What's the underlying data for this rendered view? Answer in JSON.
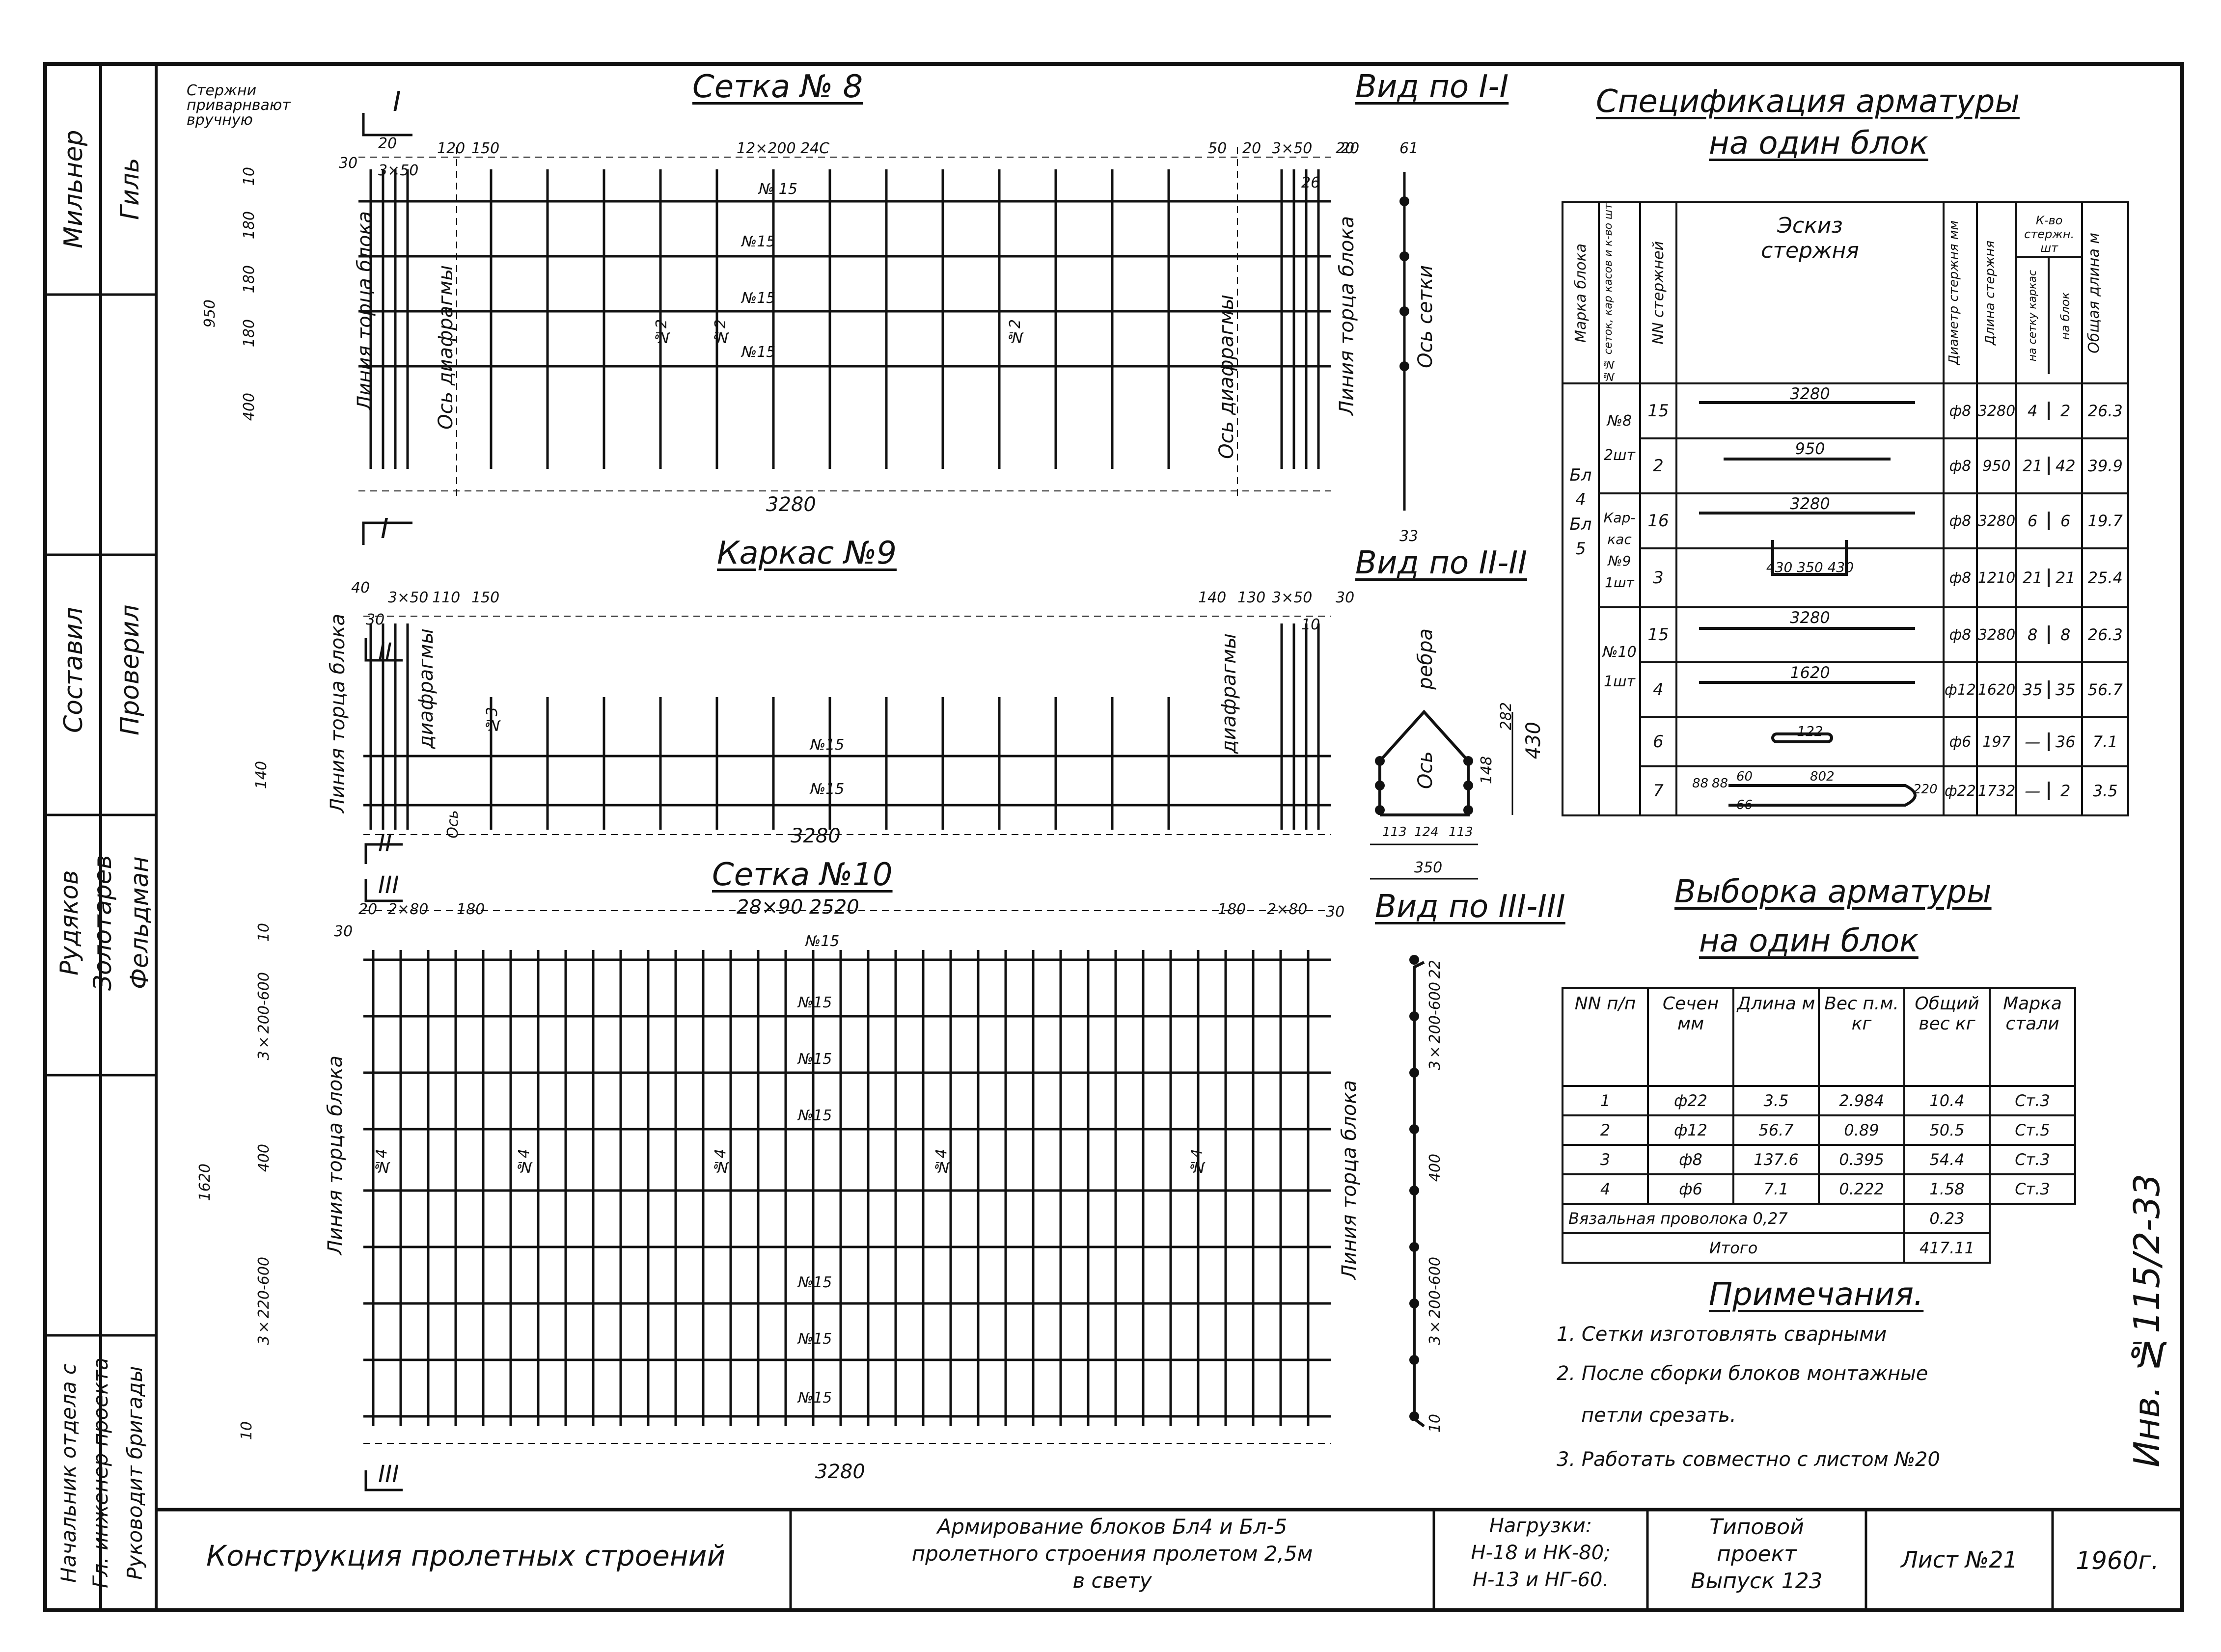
{
  "side_stamp": {
    "col1": [
      "Мильнер",
      "Составил",
      "Рудяков",
      "Начальник отдела с"
    ],
    "col2": [
      "Гиль",
      "Проверил",
      "Золотарев",
      "Гл. инженер проекта"
    ],
    "col3": [
      "Фельдман",
      "Руководит бригады"
    ]
  },
  "drawing": {
    "setka8": {
      "title": "Сетка № 8",
      "note": "Стержни приварнвают вручную",
      "left_dims": [
        "10",
        "180",
        "180",
        "180",
        "400",
        "950"
      ],
      "top_dims": [
        "20",
        "3×50",
        "120",
        "150",
        "12×200  24С",
        "50",
        "20",
        "3×50",
        "20",
        "26",
        "30"
      ],
      "labels": [
        "Линия торца блока",
        "Ось диафрагмы",
        "Ось диафрагмы",
        "Линия торца блока",
        "№ 15",
        "№15",
        "№15",
        "№15",
        "№2",
        "№2",
        "№2"
      ],
      "section_mark": "I",
      "bottom_dim": "3280"
    },
    "karkas9": {
      "title": "Каркас №9",
      "top_dims": [
        "40",
        "30",
        "3×50",
        "110",
        "150",
        "140",
        "130",
        "3×50",
        "30",
        "10"
      ],
      "left_dims": [
        "140"
      ],
      "labels": [
        "Линия торца блока",
        "диафрагмы",
        "диафрагмы",
        "Ось",
        "№15",
        "№15",
        "№3"
      ],
      "section_mark": "II",
      "bottom_dim": "3280"
    },
    "setka10": {
      "title": "Сетка №10",
      "subdim": "28×90  2520",
      "top_dims": [
        "30",
        "20",
        "2×80",
        "180",
        "180",
        "2×80",
        "30"
      ],
      "left_dims": [
        "10",
        "3×200-600",
        "400",
        "3×220-600",
        "10",
        "1620"
      ],
      "labels": [
        "Линия торца блока",
        "Линия торца блока",
        "№15",
        "№15",
        "№15",
        "№15",
        "№15",
        "№15",
        "№15",
        "№4"
      ],
      "section_mark": "III",
      "bottom_dim": "3280"
    },
    "view1": {
      "title": "Вид по I-I",
      "dims": [
        "20",
        "61",
        "33"
      ],
      "label": "Ось сетки"
    },
    "view2": {
      "title": "Вид по II-II",
      "dims": [
        "148",
        "282",
        "430",
        "113",
        "124",
        "113",
        "350"
      ],
      "labels": [
        "ребра",
        "Ось"
      ]
    },
    "view3": {
      "title": "Вид по III-III",
      "dims": [
        "22",
        "3×200-600",
        "400",
        "3×200-600",
        "10"
      ]
    }
  },
  "spec": {
    "title_line1": "Спецификация арматуры",
    "title_line2": "на один блок",
    "headers": {
      "mark": "Марка блока",
      "sets": "№№ сеток, кар касов и к-во шт",
      "nn": "NN стержней",
      "sketch": "Эскиз стержня",
      "diam": "Диаметр стержня мм",
      "len": "Длина стержня",
      "count_group": "К-во стержн. шт",
      "count_setka": "на сетку каркас",
      "count_block": "на блок",
      "total": "Общая длина м"
    },
    "block_mark": [
      "Бл",
      "4",
      "Бл",
      "5"
    ],
    "groups": [
      "№8",
      "2шт",
      "Кар-кас",
      "№9",
      "1шт",
      "№10",
      "1шт"
    ],
    "rows": [
      {
        "nn": "15",
        "sketch": "3280",
        "diam": "ф8",
        "len": "3280",
        "cnt1": "4",
        "cnt2": "2",
        "total": "26.3"
      },
      {
        "nn": "2",
        "sketch": "950",
        "diam": "ф8",
        "len": "950",
        "cnt1": "21",
        "cnt2": "42",
        "total": "39.9"
      },
      {
        "nn": "16",
        "sketch": "3280",
        "diam": "ф8",
        "len": "3280",
        "cnt1": "6",
        "cnt2": "6",
        "total": "19.7"
      },
      {
        "nn": "3",
        "sketch": "430 350 430",
        "diam": "ф8",
        "len": "1210",
        "cnt1": "21",
        "cnt2": "21",
        "total": "25.4"
      },
      {
        "nn": "15",
        "sketch": "3280",
        "diam": "ф8",
        "len": "3280",
        "cnt1": "8",
        "cnt2": "8",
        "total": "26.3"
      },
      {
        "nn": "4",
        "sketch": "1620",
        "diam": "ф12",
        "len": "1620",
        "cnt1": "35",
        "cnt2": "35",
        "total": "56.7"
      },
      {
        "nn": "6",
        "sketch": "122",
        "diam": "ф6",
        "len": "197",
        "cnt1": "—",
        "cnt2": "36",
        "total": "7.1"
      },
      {
        "nn": "7",
        "sketch": "802",
        "diam": "ф22",
        "len": "1732",
        "cnt1": "—",
        "cnt2": "2",
        "total": "3.5"
      }
    ],
    "sketch7_extra": [
      "88",
      "88",
      "60",
      "220",
      "66"
    ]
  },
  "vyborka": {
    "title_line1": "Выборка арматуры",
    "title_line2": "на один блок",
    "headers": [
      "NN п/п",
      "Сечен мм",
      "Длина м",
      "Вес п.м. кг",
      "Общий вес кг",
      "Марка стали"
    ],
    "rows": [
      [
        "1",
        "ф22",
        "3.5",
        "2.984",
        "10.4",
        "Ст.3"
      ],
      [
        "2",
        "ф12",
        "56.7",
        "0.89",
        "50.5",
        "Ст.5"
      ],
      [
        "3",
        "ф8",
        "137.6",
        "0.395",
        "54.4",
        "Ст.3"
      ],
      [
        "4",
        "ф6",
        "7.1",
        "0.222",
        "1.58",
        "Ст.3"
      ]
    ],
    "wire": {
      "label": "Вязальная проволока 0,27",
      "value": "0.23"
    },
    "total": {
      "label": "Итого",
      "value": "417.11"
    }
  },
  "notes": {
    "title": "Примечания.",
    "items": [
      "1. Сетки изготовлять сварными",
      "2. После сборки блоков монтажные",
      "петли срезать.",
      "3. Работать совместно с листом №20"
    ]
  },
  "inv": "Инв. №115/2-33",
  "title_block": {
    "construction": "Конструкция пролетных строений",
    "desc_line1": "Армирование блоков Бл4 и Бл-5",
    "desc_line2": "пролетного строения пролетом 2,5м",
    "desc_line3": "в свету",
    "loads_line1": "Нагрузки:",
    "loads_line2": "Н-18 и НК-80;",
    "loads_line3": "Н-13 и НГ-60.",
    "project_line1": "Типовой",
    "project_line2": "проект",
    "project_line3": "Выпуск 123",
    "sheet": "Лист №21",
    "year": "1960г."
  }
}
